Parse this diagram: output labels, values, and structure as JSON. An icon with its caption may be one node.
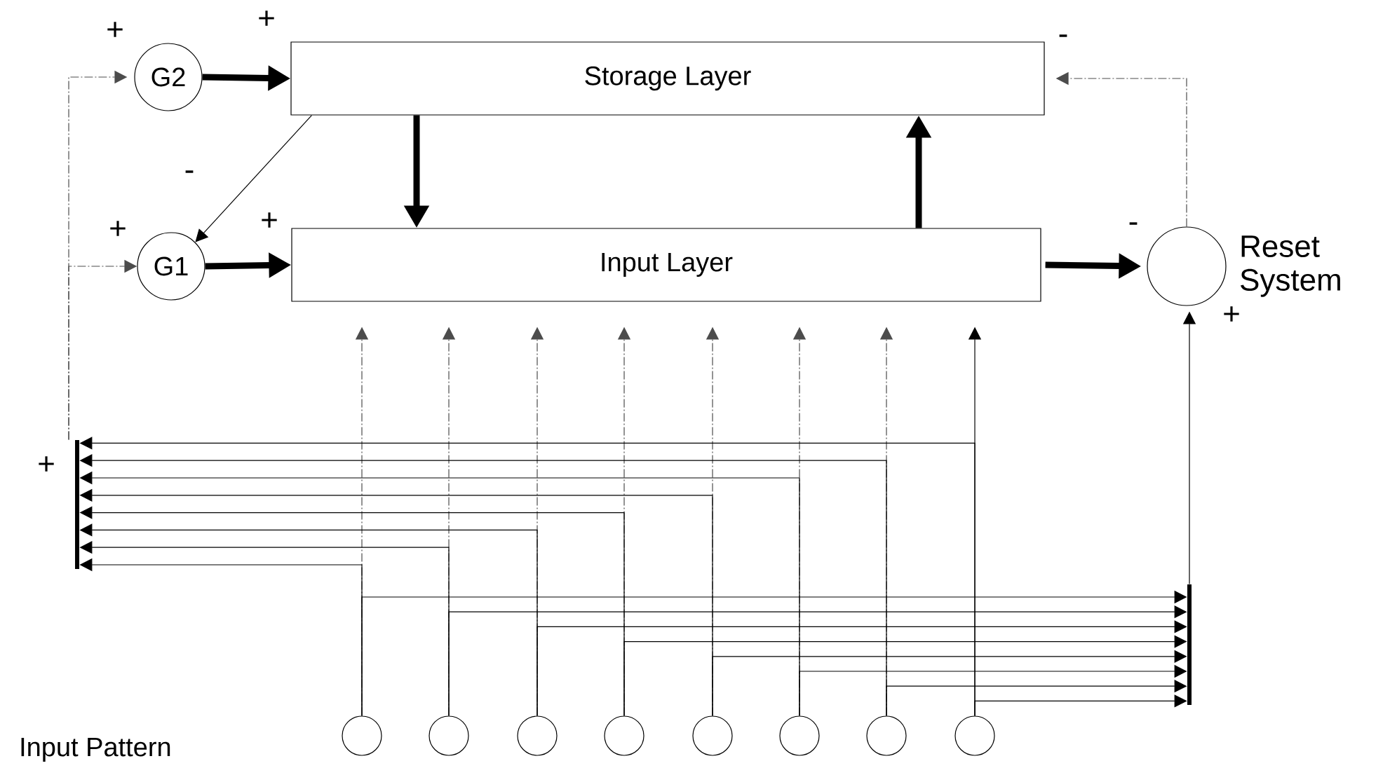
{
  "diagram": {
    "nodes": [
      {
        "text": [
          "G2"
        ]
      },
      {
        "text": [
          "Storage Layer"
        ]
      },
      {
        "text": [
          "G1"
        ]
      },
      {
        "text": [
          "Input Layer"
        ]
      },
      {
        "text": [],
        "shape": "circle",
        "beside": [
          "Reset System"
        ]
      },
      {
        "text": [],
        "shape": "bar",
        "beside": [
          "+"
        ]
      },
      {
        "text": [],
        "shape": "bar"
      },
      {
        "text": [],
        "shape": "circle"
      },
      {
        "text": [],
        "shape": "circle"
      },
      {
        "text": [],
        "shape": "circle"
      },
      {
        "text": [],
        "shape": "circle"
      },
      {
        "text": [],
        "shape": "circle"
      },
      {
        "text": [],
        "shape": "circle"
      },
      {
        "text": [],
        "shape": "circle"
      },
      {
        "text": [],
        "shape": "circle"
      }
    ],
    "edges": [
      {
        "from": 0,
        "to": 1,
        "arrow": "to",
        "style": "thick",
        "label": "+"
      },
      {
        "from": 2,
        "to": 3,
        "arrow": "to",
        "style": "thick",
        "label": "+"
      },
      {
        "from": 1,
        "to": 2,
        "arrow": "to",
        "label": "-"
      },
      {
        "from": 1,
        "to": 3,
        "arrow": "to",
        "style": "thick"
      },
      {
        "from": 3,
        "to": 1,
        "arrow": "to",
        "style": "thick"
      },
      {
        "from": 3,
        "to": 4,
        "arrow": "to",
        "style": "thick",
        "label": "-"
      },
      {
        "from": 4,
        "to": 1,
        "arrow": "to",
        "style": "dashed",
        "label": "-"
      },
      {
        "from": 6,
        "to": 4,
        "arrow": "to",
        "label": "+"
      },
      {
        "from": 5,
        "to": 2,
        "arrow": "to",
        "style": "dashed",
        "label": "+"
      },
      {
        "from": 5,
        "to": 0,
        "arrow": "to",
        "style": "dashed",
        "label": "+"
      },
      {
        "from": 7,
        "to": 3,
        "arrow": "to",
        "style": "dashed"
      },
      {
        "from": 8,
        "to": 3,
        "arrow": "to",
        "style": "dashed"
      },
      {
        "from": 9,
        "to": 3,
        "arrow": "to",
        "style": "dashed"
      },
      {
        "from": 10,
        "to": 3,
        "arrow": "to",
        "style": "dashed"
      },
      {
        "from": 11,
        "to": 3,
        "arrow": "to",
        "style": "dashed"
      },
      {
        "from": 12,
        "to": 3,
        "arrow": "to",
        "style": "dashed"
      },
      {
        "from": 13,
        "to": 3,
        "arrow": "to",
        "style": "dashed"
      },
      {
        "from": 14,
        "to": 3,
        "arrow": "to"
      },
      {
        "from": 7,
        "to": 5,
        "arrow": "to"
      },
      {
        "from": 8,
        "to": 5,
        "arrow": "to"
      },
      {
        "from": 9,
        "to": 5,
        "arrow": "to"
      },
      {
        "from": 10,
        "to": 5,
        "arrow": "to"
      },
      {
        "from": 11,
        "to": 5,
        "arrow": "to"
      },
      {
        "from": 12,
        "to": 5,
        "arrow": "to"
      },
      {
        "from": 13,
        "to": 5,
        "arrow": "to"
      },
      {
        "from": 14,
        "to": 5,
        "arrow": "to"
      },
      {
        "from": 7,
        "to": 6,
        "arrow": "to"
      },
      {
        "from": 8,
        "to": 6,
        "arrow": "to"
      },
      {
        "from": 9,
        "to": 6,
        "arrow": "to"
      },
      {
        "from": 10,
        "to": 6,
        "arrow": "to"
      },
      {
        "from": 11,
        "to": 6,
        "arrow": "to"
      },
      {
        "from": 12,
        "to": 6,
        "arrow": "to"
      },
      {
        "from": 13,
        "to": 6,
        "arrow": "to"
      },
      {
        "from": 14,
        "to": 6,
        "arrow": "to"
      }
    ],
    "labels": [
      "Input Pattern"
    ]
  }
}
